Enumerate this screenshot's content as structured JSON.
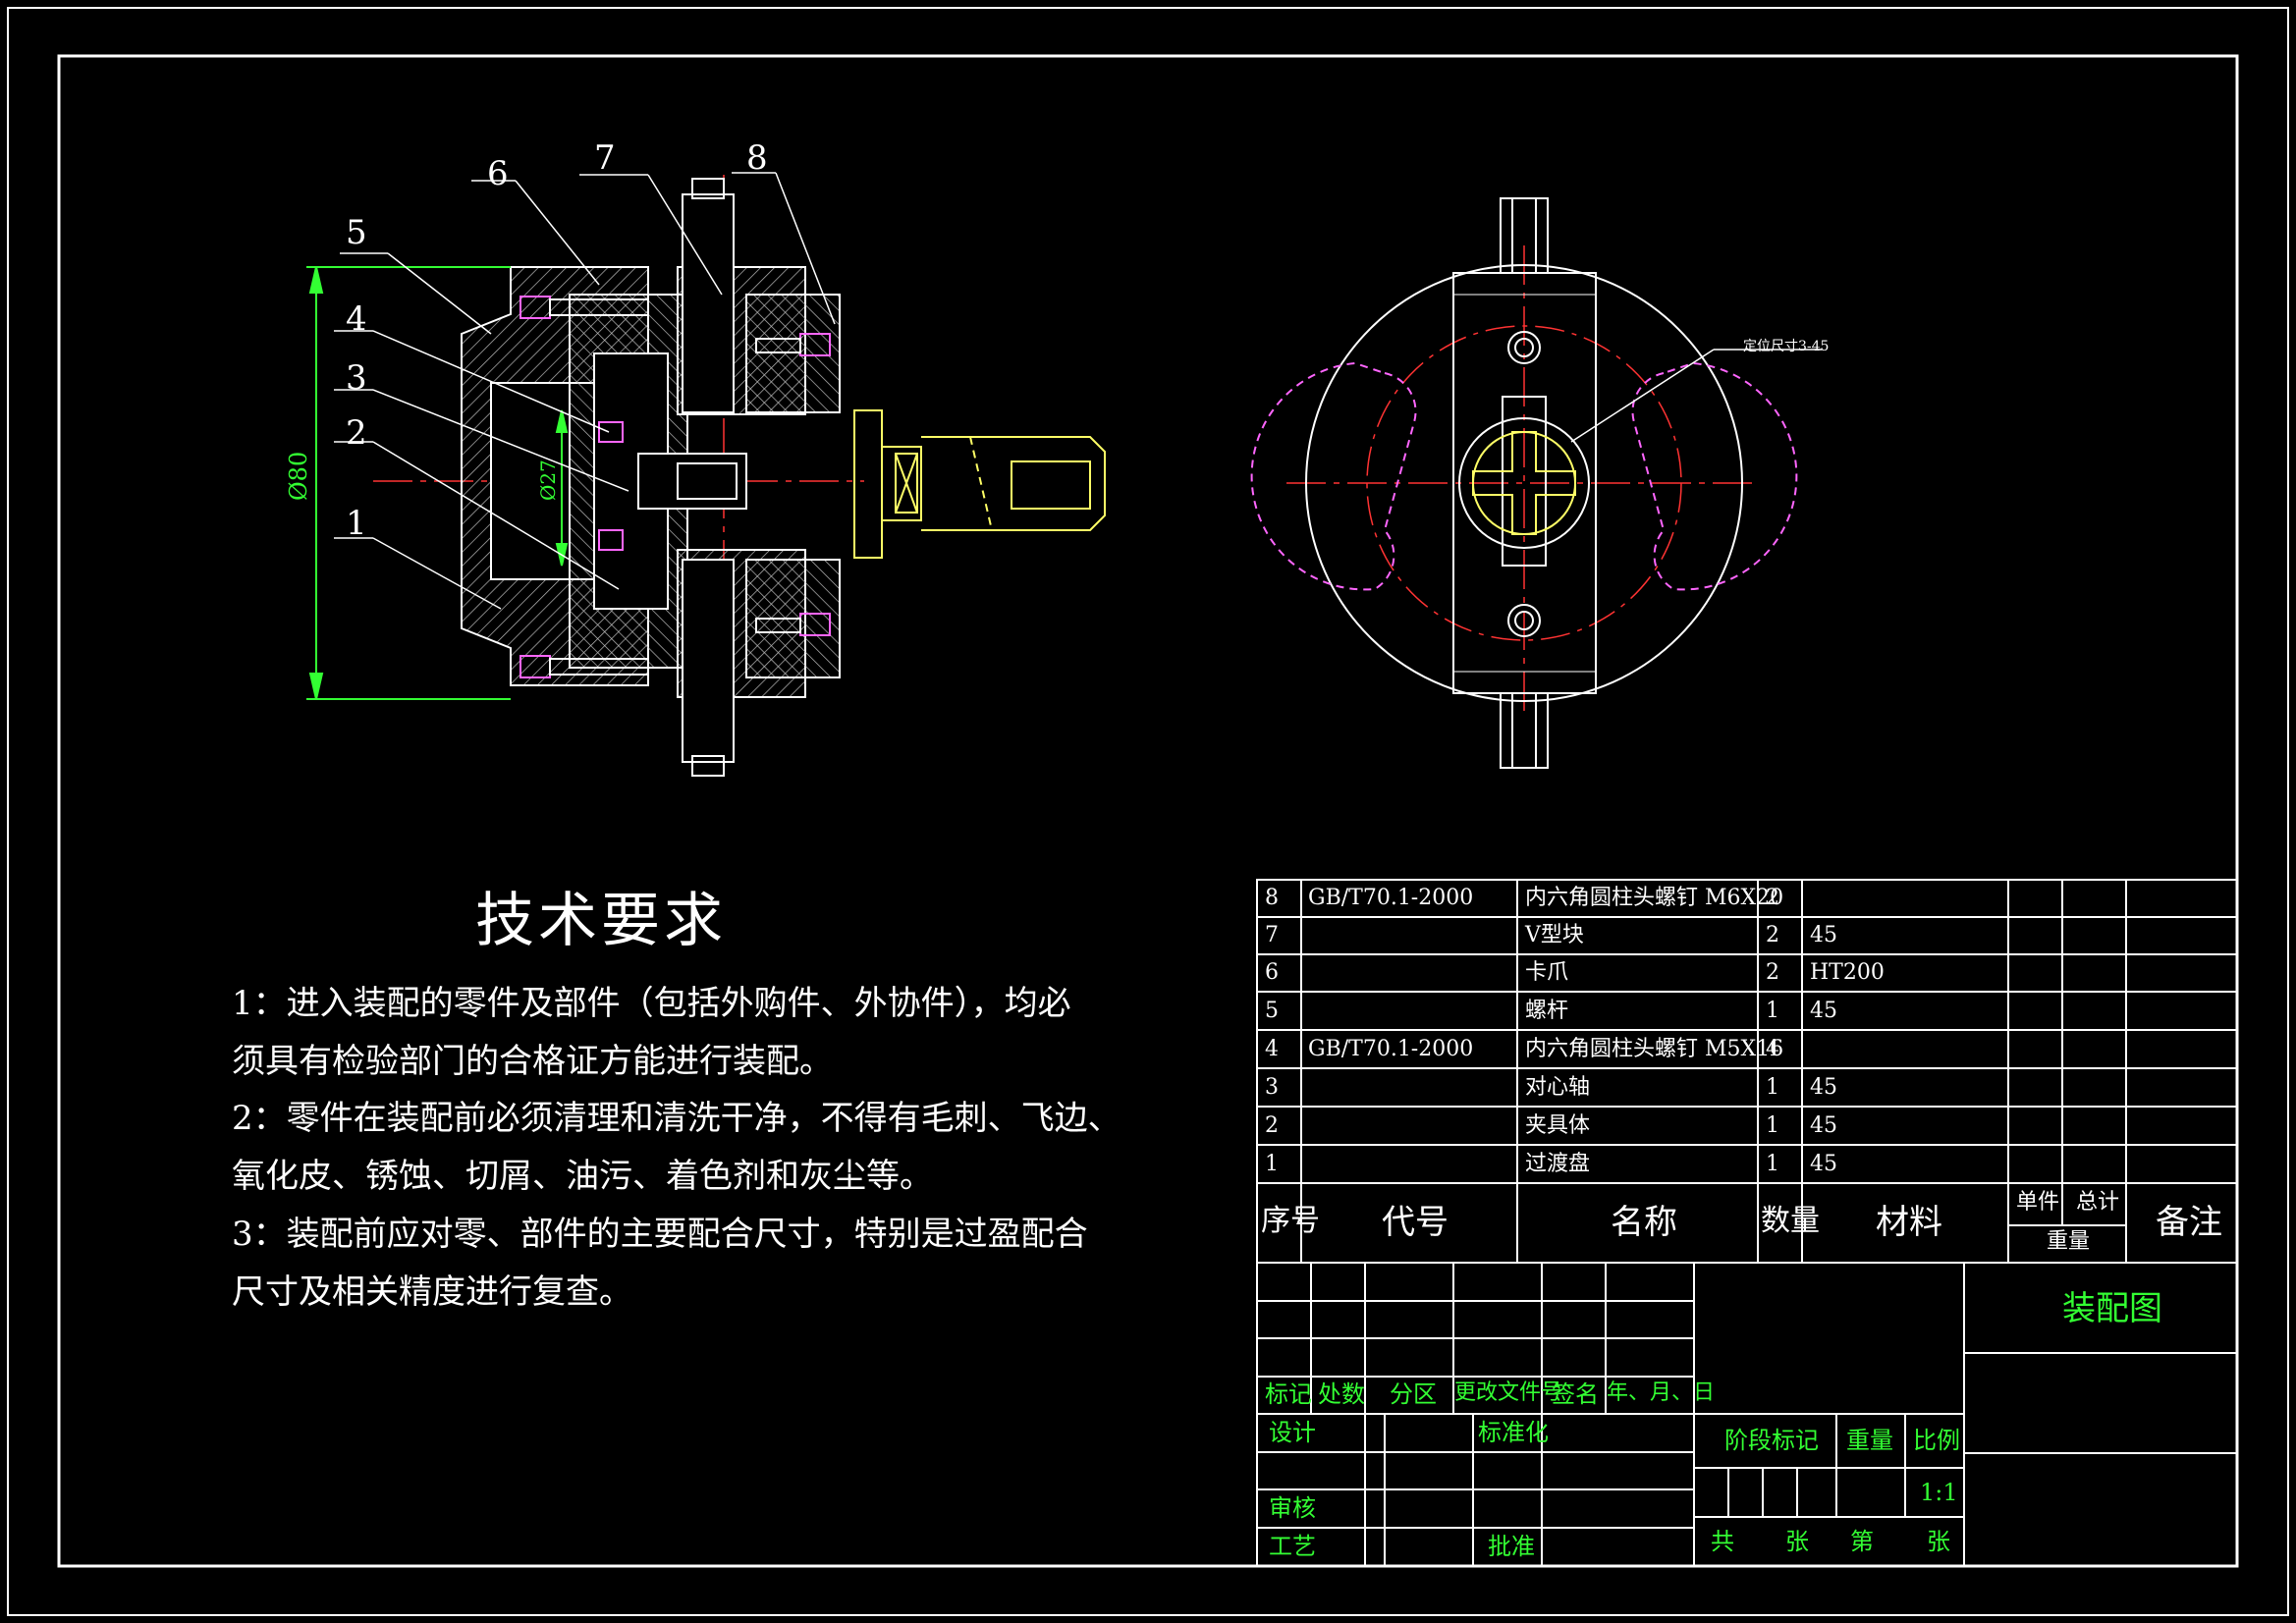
{
  "balloons": [
    "6",
    "7",
    "8",
    "5",
    "4",
    "3",
    "2",
    "1"
  ],
  "dimensions": {
    "outer_dia": "Ø80",
    "inner_dia": "Ø27"
  },
  "callout": "定位尺寸3-45",
  "tech_req": {
    "title": "技术要求",
    "lines": [
      "1：进入装配的零件及部件（包括外购件、外协件），均必",
      "须具有检验部门的合格证方能进行装配。",
      "2：零件在装配前必须清理和清洗干净，不得有毛刺、飞边、",
      "氧化皮、锈蚀、切屑、油污、着色剂和灰尘等。",
      "3：装配前应对零、部件的主要配合尺寸，特别是过盈配合",
      "尺寸及相关精度进行复查。"
    ]
  },
  "bom": {
    "rows": [
      {
        "no": "8",
        "code": "GB/T70.1-2000",
        "name": "内六角圆柱头螺钉 M6X20",
        "qty": "2",
        "mat": ""
      },
      {
        "no": "7",
        "code": "",
        "name": "V型块",
        "qty": "2",
        "mat": "45"
      },
      {
        "no": "6",
        "code": "",
        "name": "卡爪",
        "qty": "2",
        "mat": "HT200"
      },
      {
        "no": "5",
        "code": "",
        "name": "螺杆",
        "qty": "1",
        "mat": "45"
      },
      {
        "no": "4",
        "code": "GB/T70.1-2000",
        "name": "内六角圆柱头螺钉 M5X16",
        "qty": "4",
        "mat": ""
      },
      {
        "no": "3",
        "code": "",
        "name": "对心轴",
        "qty": "1",
        "mat": "45"
      },
      {
        "no": "2",
        "code": "",
        "name": "夹具体",
        "qty": "1",
        "mat": "45"
      },
      {
        "no": "1",
        "code": "",
        "name": "过渡盘",
        "qty": "1",
        "mat": "45"
      }
    ],
    "header": {
      "no": "序号",
      "code": "代号",
      "name": "名称",
      "qty": "数量",
      "mat": "材料",
      "single": "单件",
      "total": "总计",
      "weight": "重量",
      "remark": "备注"
    }
  },
  "title_block": {
    "drawing_name": "装配图",
    "mark": "标记",
    "count": "处数",
    "zone": "分区",
    "change_doc": "更改文件号",
    "sign": "签名",
    "date": "年、月、日",
    "design": "设计",
    "standard": "标准化",
    "review": "审核",
    "process": "工艺",
    "approve": "批准",
    "stage": "阶段标记",
    "weight": "重量",
    "scale_label": "比例",
    "scale": "1:1",
    "total": "共",
    "sheets": "张",
    "sheet_no": "第",
    "sheets2": "张"
  },
  "colors": {
    "background": "#000000",
    "lines": "#ffffff",
    "dimensions": "#33ff33",
    "center": "#ff3333",
    "hidden": "#ff33ff",
    "accent": "#ffff66"
  }
}
